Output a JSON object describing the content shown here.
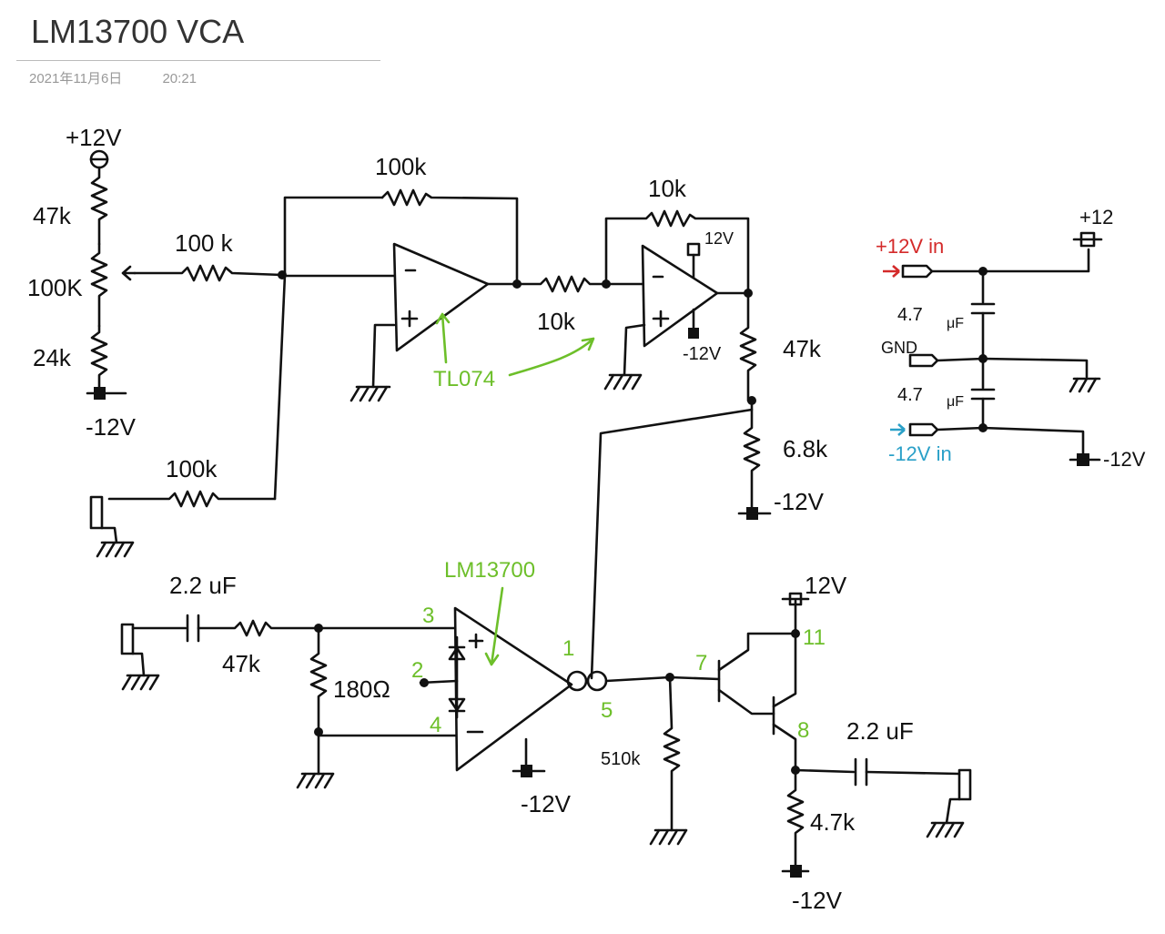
{
  "page": {
    "title": "LM13700 VCA",
    "date": "2021年11月6日",
    "time": "20:21"
  },
  "schematic": {
    "labels": {
      "pot_top_supply": "+12V",
      "r_top": "47k",
      "pot": "100K",
      "r_bottom": "24k",
      "pot_bottom_supply": "-12V",
      "r_pot_to_mixer": "100 k",
      "r_feedback1": "100k",
      "r_cv_in": "100k",
      "r_between_opamps": "10k",
      "r_feedback2": "10k",
      "opamp_chip": "TL074",
      "opamp2_supply_pos": "12V",
      "opamp2_supply_neg": "-12V",
      "r_divider_top": "47k",
      "r_divider_bottom": "6.8k",
      "divider_supply": "-12V",
      "input_cap": "2.2 uF",
      "input_resistor": "47k",
      "shunt_resistor": "180Ω",
      "ota_chip": "LM13700",
      "pin3": "3",
      "pin2": "2",
      "pin4": "4",
      "pin1": "1",
      "pin5": "5",
      "pin7": "7",
      "pin11": "11",
      "pin8": "8",
      "ota_supply": "-12V",
      "r_out_load": "510k",
      "buffer_supply_pos": "12V",
      "output_cap": "2.2 uF",
      "emitter_resistor": "4.7k",
      "emitter_supply": "-12V",
      "psu_pos_rail": "+12",
      "psu_pos_in": "+12V in",
      "psu_cap1": "4.7",
      "psu_cap1_unit": "μF",
      "psu_gnd": "GND",
      "psu_cap2": "4.7",
      "psu_cap2_unit": "μF",
      "psu_neg_in": "-12V in",
      "psu_neg_rail": "-12V"
    },
    "colors": {
      "ink": "#111111",
      "annotation": "#6dbf2a",
      "positive": "#d42a2a",
      "negative": "#2aa0c8"
    }
  }
}
